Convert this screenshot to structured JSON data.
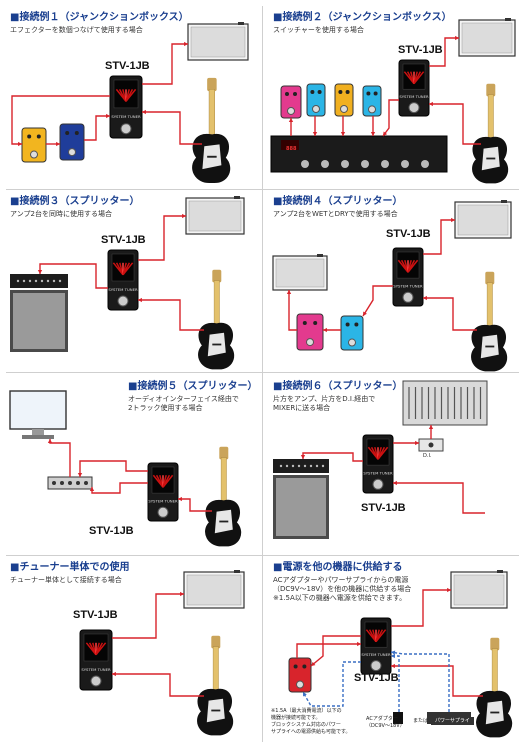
{
  "colors": {
    "title_blue": "#1a3f8f",
    "cable_red": "#d8242c",
    "cable_blue": "#3a6fc4",
    "tuner_black": "#1a1a1a",
    "amp_gray": "#e8e8e8"
  },
  "examples": [
    {
      "title": "■接続例１（ジャンクションボックス）",
      "desc": [
        "エフェクターを数個つなげて使用する場合"
      ],
      "label": "STV-1JB"
    },
    {
      "title": "■接続例２（ジャンクションボックス）",
      "desc": [
        "スイッチャーを使用する場合"
      ],
      "label": "STV-1JB"
    },
    {
      "title": "■接続例３（スプリッター）",
      "desc": [
        "アンプ2台を同時に使用する場合"
      ],
      "label": "STV-1JB"
    },
    {
      "title": "■接続例４（スプリッター）",
      "desc": [
        "アンプ2台をWETとDRYで使用する場合"
      ],
      "label": "STV-1JB"
    },
    {
      "title": "■接続例５（スプリッター）",
      "desc": [
        "オーディオインターフェイス経由で",
        "2トラック使用する場合"
      ],
      "label": "STV-1JB"
    },
    {
      "title": "■接続例６（スプリッター）",
      "desc": [
        "片方をアンプ、片方をD.I.経由で",
        "MIXERに送る場合"
      ],
      "label": "STV-1JB",
      "di_label": "D.I."
    },
    {
      "title": "■チューナー単体での使用",
      "desc": [
        "チューナー単体として接続する場合"
      ],
      "label": "STV-1JB"
    },
    {
      "title": "■電源を他の機器に供給する",
      "desc": [
        "ACアダプターやパワーサプライからの電源",
        "（DC9V～18V）を他の機器に供給する場合",
        "※1.5A以下の機器へ電源を供給できます。"
      ],
      "label": "STV-1JB",
      "notes": [
        "※1.5A（最大消費電流）以下の",
        "機器が接続可能です。",
        "ブロックシステム対応のパワー",
        "サプライへの電源供給も可能です。"
      ],
      "adapter_label": [
        "ACアダプター",
        "（DC9V～18V）"
      ],
      "or_label": "または",
      "power_supply_label": "パワーサプライ"
    }
  ],
  "device_text": {
    "tuner_brand": "SYSTEM TUNER",
    "switcher_display": "888"
  }
}
